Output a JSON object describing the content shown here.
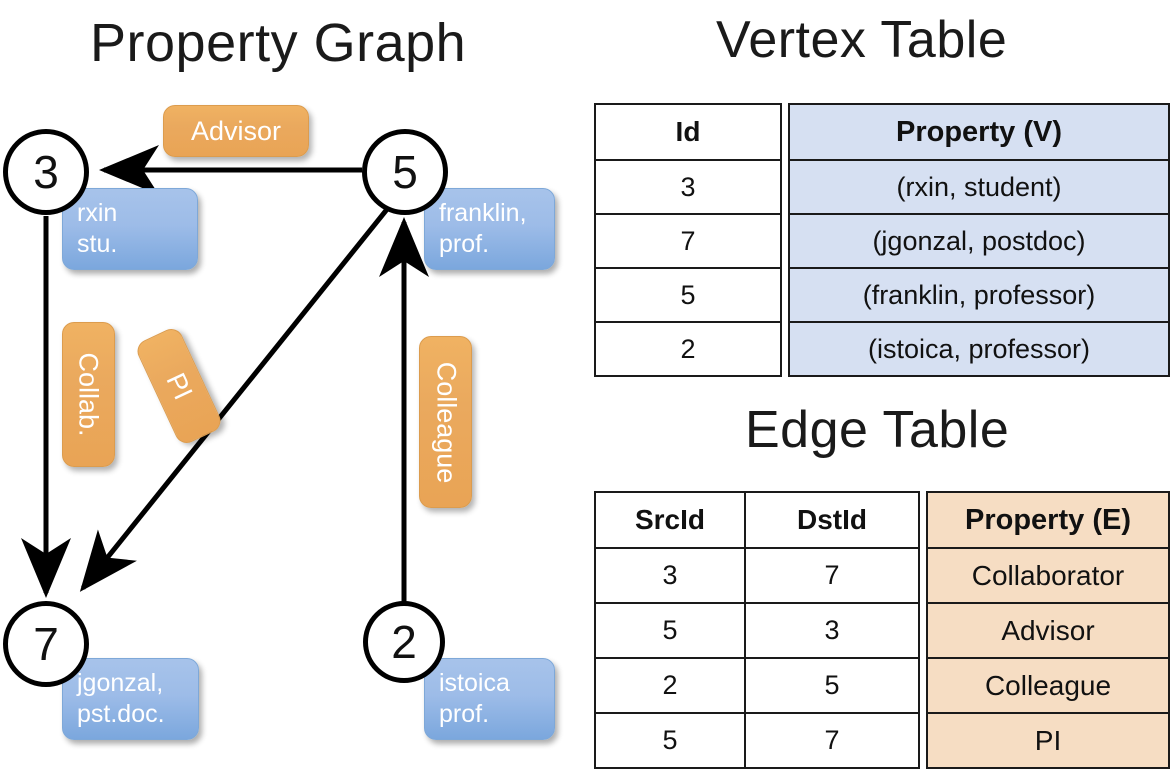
{
  "titles": {
    "property_graph": "Property Graph",
    "vertex_table": "Vertex Table",
    "edge_table": "Edge Table"
  },
  "graph": {
    "nodes": [
      {
        "id": "3",
        "property_label": "rxin\nstu."
      },
      {
        "id": "5",
        "property_label": "franklin,\nprof."
      },
      {
        "id": "7",
        "property_label": "jgonzal,\npst.doc."
      },
      {
        "id": "2",
        "property_label": "istoica\nprof."
      }
    ],
    "node_labels": {
      "n3": "3",
      "n5": "5",
      "n7": "7",
      "n2": "2"
    },
    "vertex_boxes": {
      "rxin_line1": "rxin",
      "rxin_line2": "stu.",
      "franklin_line1": "franklin,",
      "franklin_line2": "prof.",
      "jgonzal_line1": "jgonzal,",
      "jgonzal_line2": "pst.doc.",
      "istoica_line1": "istoica",
      "istoica_line2": "prof."
    },
    "edge_boxes": {
      "advisor": "Advisor",
      "collab": "Collab.",
      "pi": "PI",
      "colleague": "Colleague"
    },
    "edges": [
      {
        "from": "5",
        "to": "3",
        "label": "Advisor"
      },
      {
        "from": "3",
        "to": "7",
        "label": "Collab."
      },
      {
        "from": "5",
        "to": "7",
        "label": "PI"
      },
      {
        "from": "2",
        "to": "5",
        "label": "Colleague"
      }
    ]
  },
  "vertex_table": {
    "headers": {
      "id": "Id",
      "property": "Property (V)"
    },
    "rows": [
      {
        "id": "3",
        "property": "(rxin, student)"
      },
      {
        "id": "7",
        "property": "(jgonzal, postdoc)"
      },
      {
        "id": "5",
        "property": "(franklin, professor)"
      },
      {
        "id": "2",
        "property": "(istoica, professor)"
      }
    ]
  },
  "edge_table": {
    "headers": {
      "src": "SrcId",
      "dst": "DstId",
      "property": "Property (E)"
    },
    "rows": [
      {
        "src": "3",
        "dst": "7",
        "property": "Collaborator"
      },
      {
        "src": "5",
        "dst": "3",
        "property": "Advisor"
      },
      {
        "src": "2",
        "dst": "5",
        "property": "Colleague"
      },
      {
        "src": "5",
        "dst": "7",
        "property": "PI"
      }
    ]
  },
  "colors": {
    "vertex_property_fill": "#d6e0f2",
    "edge_property_fill": "#f6ddc3",
    "vertex_callout": "#9dbce8",
    "edge_callout": "#eaa95e",
    "stroke": "#1a1a1a"
  }
}
